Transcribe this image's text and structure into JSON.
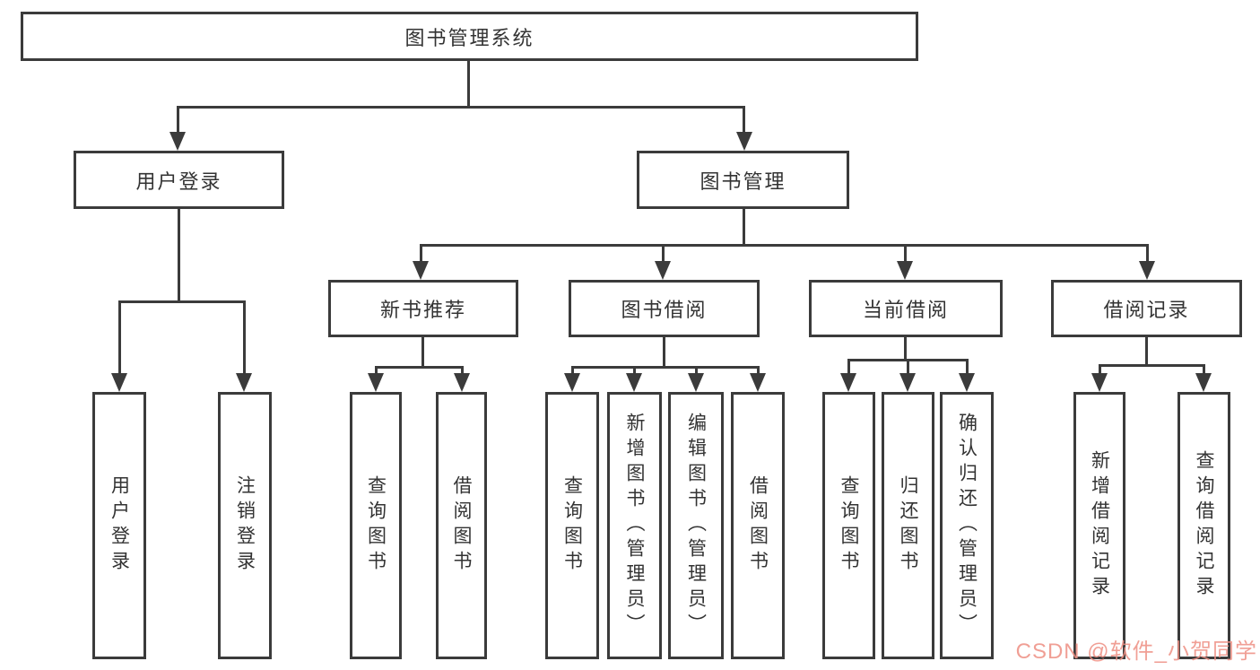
{
  "title": "图书管理系统",
  "watermark": "CSDN @软件_小贺同学",
  "colors": {
    "line": "#3b3b3b",
    "text": "#333333",
    "background": "#ffffff",
    "watermark": "#ee8f83"
  },
  "nodes": {
    "root": {
      "label": "图书管理系统"
    },
    "user_login": {
      "label": "用户登录"
    },
    "book_mgmt": {
      "label": "图书管理"
    },
    "ul_login": {
      "label": "用户登录"
    },
    "ul_logout": {
      "label": "注销登录"
    },
    "new_book_rec": {
      "label": "新书推荐"
    },
    "book_borrow": {
      "label": "图书借阅"
    },
    "current_borrow": {
      "label": "当前借阅"
    },
    "borrow_record": {
      "label": "借阅记录"
    },
    "nbr_query_book": {
      "label": "查询图书"
    },
    "nbr_borrow_book": {
      "label": "借阅图书"
    },
    "bb_query_book": {
      "label": "查询图书"
    },
    "bb_add_book": {
      "label": "新增图书（管理员）"
    },
    "bb_edit_book": {
      "label": "编辑图书（管理员）"
    },
    "bb_borrow_book": {
      "label": "借阅图书"
    },
    "cb_query_book": {
      "label": "查询图书"
    },
    "cb_return_book": {
      "label": "归还图书"
    },
    "cb_confirm_return": {
      "label": "确认归还（管理员）"
    },
    "br_add_record": {
      "label": "新增借阅记录"
    },
    "br_query_record": {
      "label": "查询借阅记录"
    }
  },
  "hierarchy": {
    "root": [
      "user_login",
      "book_mgmt"
    ],
    "user_login": [
      "ul_login",
      "ul_logout"
    ],
    "book_mgmt": [
      "new_book_rec",
      "book_borrow",
      "current_borrow",
      "borrow_record"
    ],
    "new_book_rec": [
      "nbr_query_book",
      "nbr_borrow_book"
    ],
    "book_borrow": [
      "bb_query_book",
      "bb_add_book",
      "bb_edit_book",
      "bb_borrow_book"
    ],
    "current_borrow": [
      "cb_query_book",
      "cb_return_book",
      "cb_confirm_return"
    ],
    "borrow_record": [
      "br_add_record",
      "br_query_record"
    ]
  }
}
